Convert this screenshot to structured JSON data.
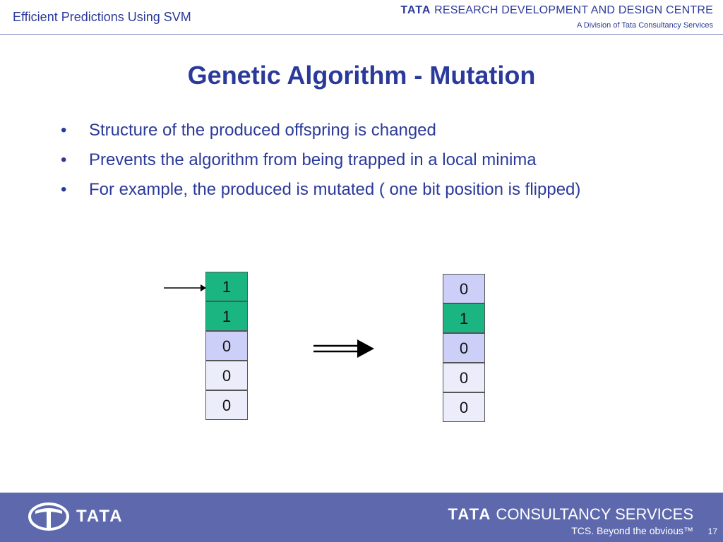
{
  "header": {
    "title": "Efficient Predictions Using SVM",
    "brand_bold": "TATA",
    "brand_rest": "RESEARCH DEVELOPMENT AND DESIGN CENTRE",
    "brand_sub": "A Division of Tata Consultancy Services"
  },
  "slide": {
    "title": "Genetic Algorithm - Mutation",
    "bullets": [
      "Structure of the produced offspring is changed",
      "Prevents the algorithm from being trapped in a local minima",
      "For example, the produced is mutated ( one bit position is flipped)"
    ],
    "bullet_glyph": "•",
    "before_bits": [
      "1",
      "1",
      "0",
      "0",
      "0"
    ],
    "after_bits": [
      "0",
      "1",
      "0",
      "0",
      "0"
    ]
  },
  "colors": {
    "title_blue": "#2b3a9a",
    "green_cell": "#1bb582",
    "lavender_cell": "#ccd0f8",
    "pale_cell": "#ecedfb",
    "footer_bg": "#5e69ad"
  },
  "footer": {
    "tata_word": "TATA",
    "tcs_bold": "TATA",
    "tcs_rest": "CONSULTANCY SERVICES",
    "tagline": "TCS. Beyond the obvious™",
    "page_number": "17"
  }
}
